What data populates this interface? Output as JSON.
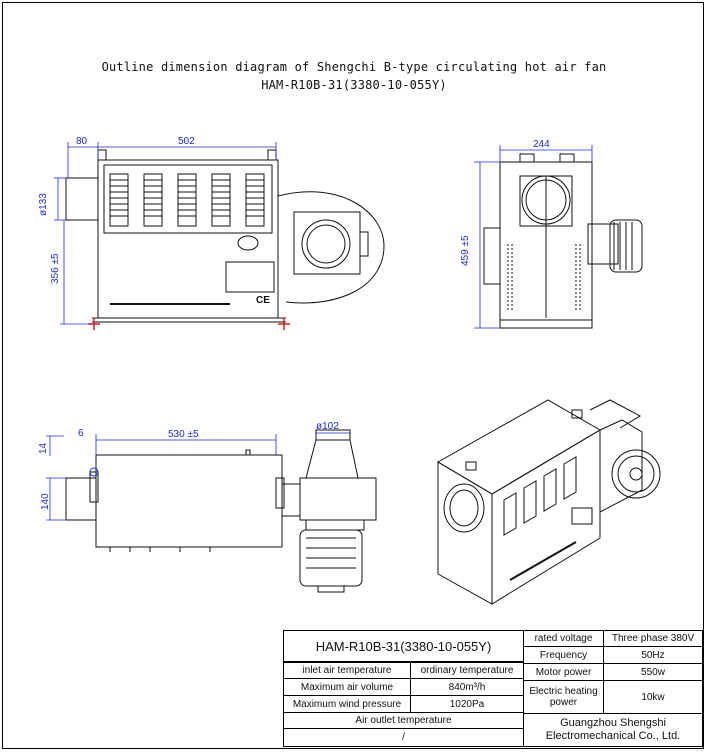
{
  "title": {
    "line1": "Outline dimension diagram of Shengchi B-type circulating hot air fan",
    "line2": "HAM-R10B-31(3380-10-055Y)"
  },
  "dimensions": {
    "front_80": "80",
    "front_502": "502",
    "front_d133": "ø133",
    "front_356": "356 ±5",
    "side_244": "244",
    "side_459": "459 ±5",
    "top_6": "6",
    "top_14": "14",
    "top_530": "530 ±5",
    "top_d102": "ø102",
    "top_140": "140"
  },
  "labels": {
    "ce_mark": "CE"
  },
  "colors": {
    "dimension": "#1a2bd6",
    "foot": "#d42020",
    "line": "#111111"
  },
  "spec_table": {
    "model": "HAM-R10B-31(3380-10-055Y)",
    "rows_left": [
      {
        "label": "inlet air temperature",
        "value": "ordinary temperature"
      },
      {
        "label": "Maximum air volume",
        "value": "840m³/h"
      },
      {
        "label": "Maximum wind pressure",
        "value": "1020Pa"
      }
    ],
    "air_outlet_label": "Air outlet temperature",
    "air_outlet_value": "/",
    "rows_right": [
      {
        "label": "rated voltage",
        "value": "Three phase 380V"
      },
      {
        "label": "Frequency",
        "value": "50Hz"
      },
      {
        "label": "Motor power",
        "value": "550w"
      },
      {
        "label": "Electric heating power",
        "value": "10kw"
      }
    ],
    "company": "Guangzhou Shengshi Electromechanical Co., Ltd."
  }
}
